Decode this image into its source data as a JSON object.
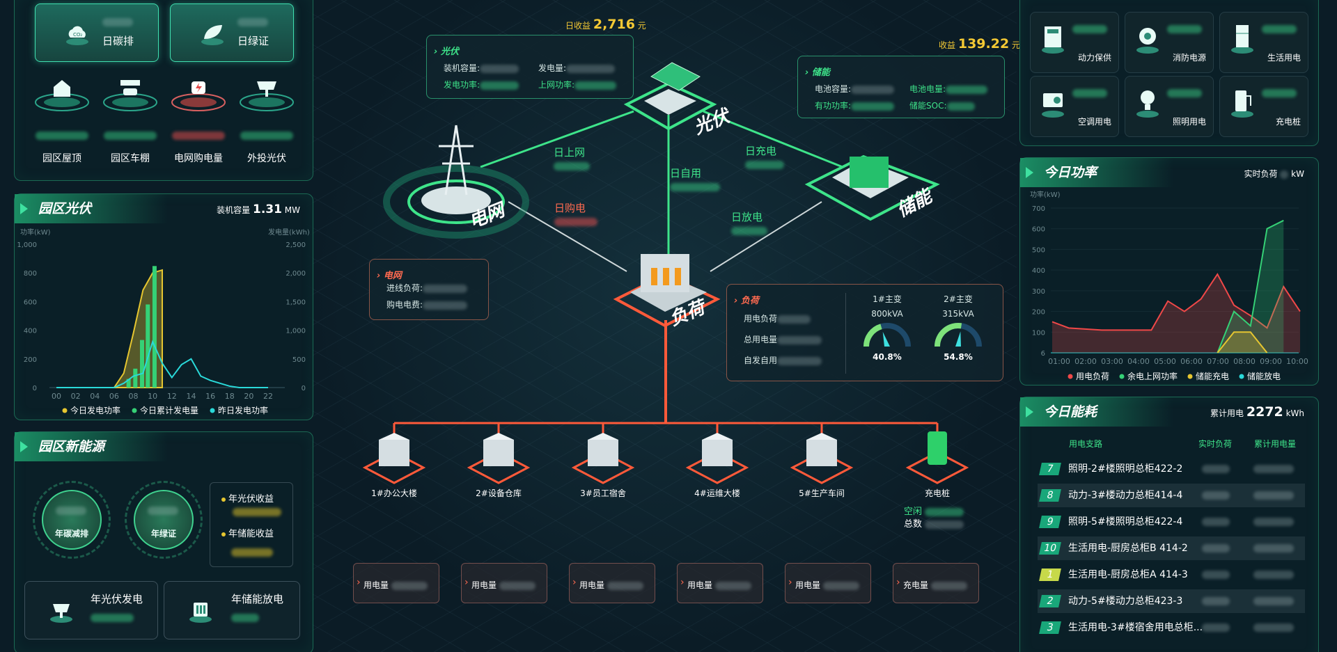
{
  "top_tiles": [
    {
      "label": "日碳排"
    },
    {
      "label": "日绿证"
    }
  ],
  "sources": [
    "园区屋顶",
    "园区车棚",
    "电网购电量",
    "外投光伏"
  ],
  "pv_panel": {
    "title": "园区光伏",
    "cap_label": "装机容量",
    "cap_value": "1.31",
    "cap_unit": "MW",
    "ylabel_left": "功率(kW)",
    "ylabel_right": "发电量(kWh)",
    "legend": [
      "今日发电功率",
      "今日累计发电量",
      "昨日发电功率"
    ]
  },
  "chart_data": [
    {
      "type": "line",
      "title": "园区光伏",
      "xlabel": "",
      "ylabel": "功率(kW)",
      "ylabel_right": "发电量(kWh)",
      "x": [
        "00",
        "02",
        "04",
        "06",
        "08",
        "10",
        "12",
        "14",
        "16",
        "18",
        "20",
        "22"
      ],
      "ylim": [
        0,
        1000
      ],
      "ylim_right": [
        0,
        2500
      ],
      "left_ticks": [
        "1,000",
        "800",
        "600",
        "400",
        "200",
        "0"
      ],
      "right_ticks": [
        "2,500",
        "2,000",
        "1,500",
        "1,000",
        "500",
        "0"
      ],
      "series": [
        {
          "name": "今日发电功率",
          "color": "#e6c630",
          "points": [
            [
              6,
              0
            ],
            [
              7,
              100
            ],
            [
              8,
              380
            ],
            [
              9,
              680
            ],
            [
              10,
              800
            ],
            [
              11,
              820
            ]
          ]
        },
        {
          "name": "今日累计发电量",
          "color": "#35d176",
          "bars": [
            [
              7.5,
              150
            ],
            [
              8.2,
              330
            ],
            [
              8.9,
              830
            ],
            [
              9.5,
              1450
            ],
            [
              10.2,
              2120
            ]
          ]
        },
        {
          "name": "昨日发电功率",
          "color": "#2ad9d9",
          "points": [
            [
              0,
              0
            ],
            [
              6,
              0
            ],
            [
              7,
              30
            ],
            [
              8,
              80
            ],
            [
              9,
              100
            ],
            [
              10,
              320
            ],
            [
              11,
              170
            ],
            [
              12,
              70
            ],
            [
              13,
              160
            ],
            [
              14,
              200
            ],
            [
              15,
              80
            ],
            [
              16,
              50
            ],
            [
              17,
              30
            ],
            [
              18,
              10
            ],
            [
              19,
              0
            ],
            [
              22,
              0
            ]
          ]
        }
      ]
    },
    {
      "type": "line",
      "title": "今日功率",
      "ylabel": "功率(kW)",
      "ylim": [
        0,
        700
      ],
      "y_ticks": [
        "700",
        "600",
        "500",
        "400",
        "300",
        "200",
        "100",
        "6"
      ],
      "x": [
        "01:00",
        "02:00",
        "03:00",
        "04:00",
        "05:00",
        "06:00",
        "07:00",
        "08:00",
        "09:00",
        "10:00"
      ],
      "series": [
        {
          "name": "用电负荷",
          "color": "#f04848",
          "points": [
            [
              0,
              150
            ],
            [
              1,
              120
            ],
            [
              2,
              115
            ],
            [
              3,
              110
            ],
            [
              4,
              110
            ],
            [
              5,
              110
            ],
            [
              6,
              110
            ],
            [
              7,
              250
            ],
            [
              8,
              200
            ],
            [
              9,
              260
            ],
            [
              10,
              380
            ],
            [
              11,
              230
            ],
            [
              12,
              180
            ],
            [
              13,
              120
            ],
            [
              14,
              320
            ],
            [
              15,
              200
            ]
          ]
        },
        {
          "name": "余电上网功率",
          "color": "#35d176",
          "points": [
            [
              10,
              0
            ],
            [
              11,
              200
            ],
            [
              12,
              130
            ],
            [
              13,
              600
            ],
            [
              14,
              640
            ]
          ]
        },
        {
          "name": "储能充电",
          "color": "#e6c630",
          "points": [
            [
              10,
              0
            ],
            [
              11,
              100
            ],
            [
              12,
              100
            ],
            [
              13,
              0
            ]
          ]
        },
        {
          "name": "储能放电",
          "color": "#2ad9d9",
          "points": []
        }
      ]
    }
  ],
  "new_energy": {
    "title": "园区新能源",
    "ring1": "年碳减排",
    "ring2": "年绿证",
    "legend1": "年光伏收益",
    "legend2": "年储能收益",
    "card1": "年光伏发电",
    "card2": "年储能放电"
  },
  "center": {
    "pv_income_label": "日收益",
    "pv_income_value": "2,716",
    "pv_income_unit": "元",
    "store_income_label": "收益",
    "store_income_value": "139.22",
    "store_income_unit": "元",
    "pv_box": {
      "title": "光伏",
      "k1": "装机容量:",
      "k2": "发电量:",
      "k3": "发电功率:",
      "k4": "上网功率:"
    },
    "store_box": {
      "title": "储能",
      "k1": "电池容量:",
      "k2": "电池电量:",
      "k3": "有功功率:",
      "k4": "储能SOC:"
    },
    "grid_box": {
      "title": "电网",
      "k1": "进线负荷:",
      "k2": "购电电费:"
    },
    "load_box": {
      "title": "负荷",
      "k1": "用电负荷",
      "k2": "总用电量",
      "k3": "自发自用",
      "g1_title": "1#主变",
      "g1_cap": "800kVA",
      "g1_val": "40.8%",
      "g1_pct": 0.408,
      "g2_title": "2#主变",
      "g2_cap": "315kVA",
      "g2_val": "54.8%",
      "g2_pct": 0.548
    },
    "nodes": {
      "pv": "光伏",
      "grid": "电网",
      "store": "储能",
      "load": "负荷"
    },
    "flows": {
      "up": "日上网",
      "self": "日自用",
      "charge": "日充电",
      "buy": "日购电",
      "discharge": "日放电"
    },
    "buildings": [
      "1#办公大楼",
      "2#设备仓库",
      "3#员工宿舍",
      "4#运维大楼",
      "5#生产车间",
      "充电桩"
    ],
    "charger": {
      "idle": "空闲",
      "total": "总数"
    },
    "usage": [
      "用电量",
      "用电量",
      "用电量",
      "用电量",
      "用电量",
      "充电量"
    ]
  },
  "devices": [
    "动力保供",
    "消防电源",
    "生活用电",
    "空调用电",
    "照明用电",
    "充电桩"
  ],
  "power_panel": {
    "title": "今日功率",
    "rt_label": "实时负荷",
    "rt_unit": "kW",
    "ylabel": "功率(kW)",
    "legend": [
      "用电负荷",
      "余电上网功率",
      "储能充电",
      "储能放电"
    ]
  },
  "energy_panel": {
    "title": "今日能耗",
    "total_label": "累计用电",
    "total_value": "2272",
    "total_unit": "kWh",
    "cols": [
      "用电支路",
      "实时负荷",
      "累计用电量"
    ],
    "rows": [
      {
        "n": "7",
        "name": "照明-2#楼照明总柜422-2"
      },
      {
        "n": "8",
        "name": "动力-3#楼动力总柜414-4"
      },
      {
        "n": "9",
        "name": "照明-5#楼照明总柜422-4"
      },
      {
        "n": "10",
        "name": "生活用电-厨房总柜B 414-2"
      },
      {
        "n": "1",
        "name": "生活用电-厨房总柜A 414-3"
      },
      {
        "n": "2",
        "name": "动力-5#楼动力总柜423-3"
      },
      {
        "n": "3",
        "name": "生活用电-3#楼宿舍用电总柜..."
      }
    ]
  }
}
